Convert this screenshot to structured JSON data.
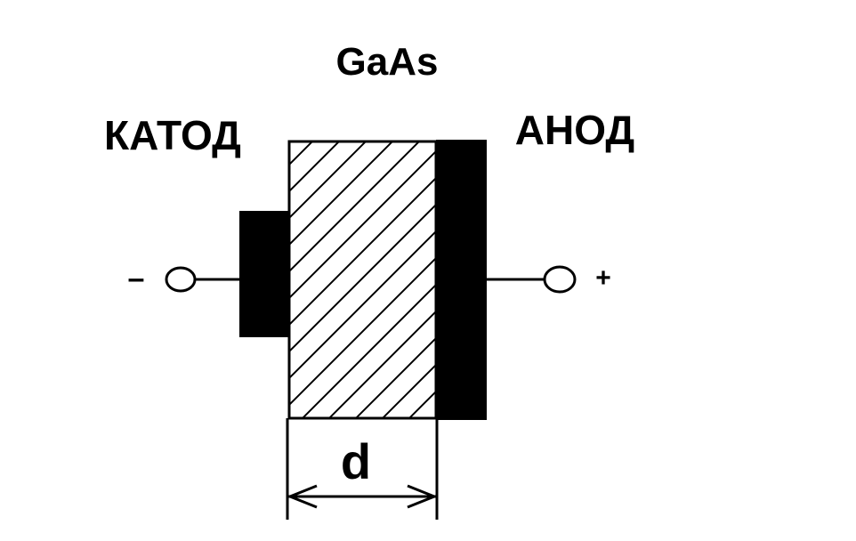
{
  "labels": {
    "material": "GaAs",
    "cathode": "КАТОД",
    "anode": "АНОД",
    "minus": "–",
    "plus": "+",
    "thickness": "d"
  },
  "colors": {
    "ink": "#000000",
    "background": "#ffffff"
  }
}
